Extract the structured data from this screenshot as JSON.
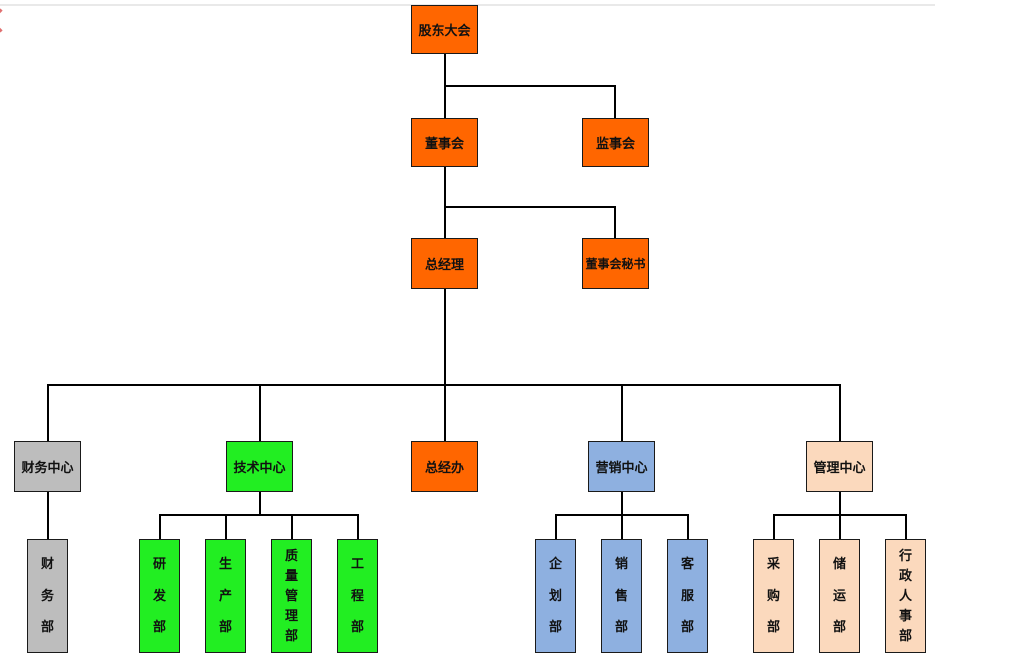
{
  "colors": {
    "executive": "#ff6600",
    "finance": "#bdbdbd",
    "technology": "#22ee22",
    "marketing": "#8eb0e0",
    "management": "#fbd9bd",
    "connector": "#000000"
  },
  "org": {
    "shareholders": "股东大会",
    "board": "董事会",
    "supervisors": "监事会",
    "ceo": "总经理",
    "board_secretary": "董事会秘书",
    "centers": {
      "finance": "财务中心",
      "technology": "技术中心",
      "ceo_office": "总经办",
      "marketing": "营销中心",
      "management": "管理中心"
    },
    "departments": {
      "finance": [
        "财",
        "务",
        "部"
      ],
      "rnd": [
        "研",
        "发",
        "部"
      ],
      "production": [
        "生",
        "产",
        "部"
      ],
      "quality": [
        "质",
        "量",
        "管",
        "理",
        "部"
      ],
      "engineering": [
        "工",
        "程",
        "部"
      ],
      "planning": [
        "企",
        "划",
        "部"
      ],
      "sales": [
        "销",
        "售",
        "部"
      ],
      "service": [
        "客",
        "服",
        "部"
      ],
      "purchasing": [
        "采",
        "购",
        "部"
      ],
      "logistics": [
        "储",
        "运",
        "部"
      ],
      "admin_hr": [
        "行",
        "政",
        "人",
        "事",
        "部"
      ]
    }
  }
}
